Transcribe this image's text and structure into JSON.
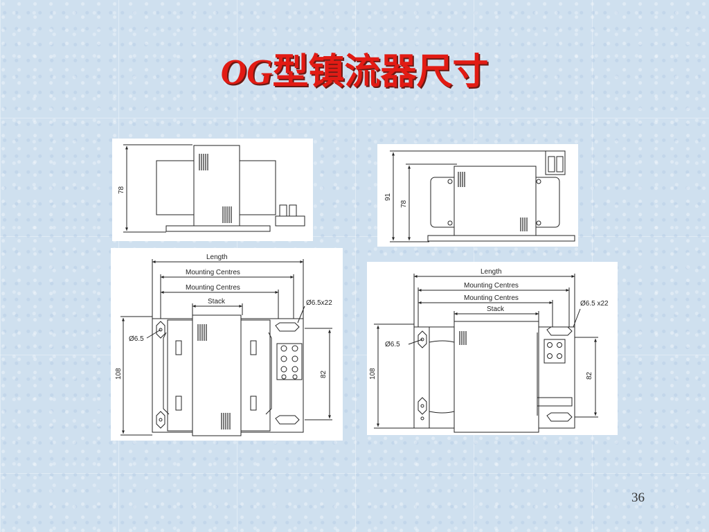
{
  "slide": {
    "title_en": "OG",
    "title_zh": "型镇流器尺寸",
    "page_number": "36"
  },
  "diagram_left": {
    "side_view": {
      "height": "78"
    },
    "plan_view": {
      "length": "Length",
      "mounting_centres_1": "Mounting Centres",
      "mounting_centres_2": "Mounting Centres",
      "stack": "Stack",
      "slot": "Ø6.5x22",
      "hole": "Ø6.5",
      "height": "108",
      "centres": "82"
    }
  },
  "diagram_right": {
    "side_view": {
      "height_total": "91",
      "height_body": "78"
    },
    "plan_view": {
      "length": "Length",
      "mounting_centres_1": "Mounting Centres",
      "mounting_centres_2": "Mounting Centres",
      "stack": "Stack",
      "slot": "Ø6.5 x22",
      "hole": "Ø6.5",
      "height": "108",
      "centres": "82"
    }
  },
  "colors": {
    "title": "#e21b14",
    "background": "#cfe0ef",
    "line": "#222222"
  }
}
